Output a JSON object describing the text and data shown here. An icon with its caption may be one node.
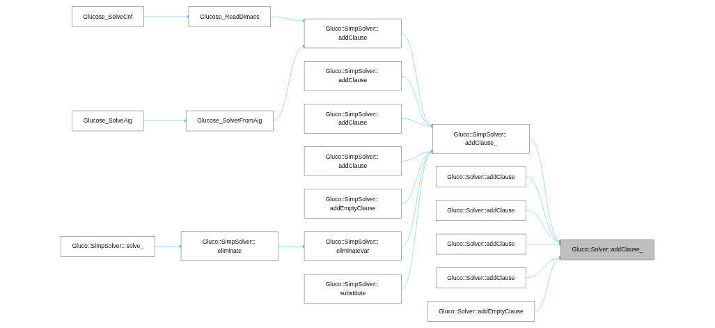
{
  "diagram": {
    "nodes": [
      {
        "text": [
          "Glucose_SolveCnf"
        ]
      },
      {
        "text": [
          "Glucose_ReadDimacs"
        ]
      },
      {
        "text": [
          "Glucose_SolveAig"
        ]
      },
      {
        "text": [
          "Glucose_SolverFromAig"
        ]
      },
      {
        "text": [
          "Gluco::SimpSolver:: addClause"
        ]
      },
      {
        "text": [
          "Gluco::SimpSolver:: addClause"
        ]
      },
      {
        "text": [
          "Gluco::SimpSolver:: addClause"
        ]
      },
      {
        "text": [
          "Gluco::SimpSolver:: addClause"
        ]
      },
      {
        "text": [
          "Gluco::SimpSolver:: addEmptyClause"
        ]
      },
      {
        "text": [
          "Gluco::SimpSolver:: solve_"
        ]
      },
      {
        "text": [
          "Gluco::SimpSolver:: eliminate"
        ]
      },
      {
        "text": [
          "Gluco::SimpSolver:: eliminateVar"
        ]
      },
      {
        "text": [
          "Gluco::SimpSolver:: substitute"
        ]
      },
      {
        "text": [
          "Gluco::SimpSolver:: addClause_"
        ]
      },
      {
        "text": [
          "Gluco::Solver::addClause"
        ]
      },
      {
        "text": [
          "Gluco::Solver::addClause"
        ]
      },
      {
        "text": [
          "Gluco::Solver::addClause"
        ]
      },
      {
        "text": [
          "Gluco::Solver::addClause"
        ]
      },
      {
        "text": [
          "Gluco::Solver::addEmptyClause"
        ]
      },
      {
        "text": [
          "Gluco::Solver::addClause_"
        ]
      }
    ],
    "edges": [
      {
        "from": 0,
        "to": 1,
        "arrow": "to"
      },
      {
        "from": 1,
        "to": 4,
        "arrow": "to"
      },
      {
        "from": 2,
        "to": 3,
        "arrow": "to"
      },
      {
        "from": 3,
        "to": 4,
        "arrow": "to"
      },
      {
        "from": 4,
        "to": 13,
        "arrow": "to"
      },
      {
        "from": 5,
        "to": 13,
        "arrow": "to"
      },
      {
        "from": 6,
        "to": 13,
        "arrow": "to"
      },
      {
        "from": 7,
        "to": 13,
        "arrow": "to"
      },
      {
        "from": 8,
        "to": 13,
        "arrow": "to"
      },
      {
        "from": 9,
        "to": 10,
        "arrow": "to"
      },
      {
        "from": 10,
        "to": 11,
        "arrow": "to"
      },
      {
        "from": 11,
        "to": 13,
        "arrow": "to"
      },
      {
        "from": 12,
        "to": 13,
        "arrow": "to"
      },
      {
        "from": 13,
        "to": 19,
        "arrow": "to"
      },
      {
        "from": 14,
        "to": 19,
        "arrow": "to"
      },
      {
        "from": 15,
        "to": 19,
        "arrow": "to"
      },
      {
        "from": 16,
        "to": 19,
        "arrow": "to"
      },
      {
        "from": 17,
        "to": 19,
        "arrow": "to"
      },
      {
        "from": 18,
        "to": 19,
        "arrow": "to"
      }
    ]
  }
}
